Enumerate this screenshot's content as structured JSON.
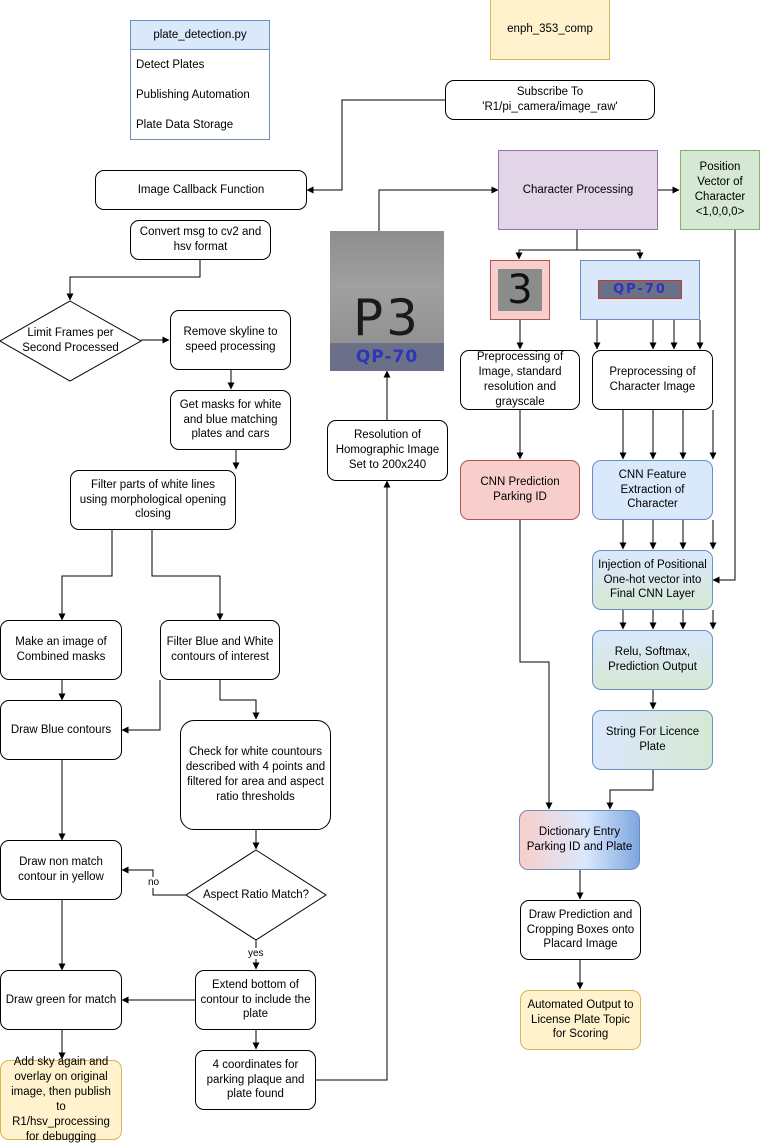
{
  "class_box": {
    "title": "plate_detection.py",
    "items": [
      "Detect Plates",
      "Publishing Automation",
      "Plate Data Storage"
    ]
  },
  "comp": "enph_353_comp",
  "nodes": {
    "subscribe": "Subscribe To\n'R1/pi_camera/image_raw'",
    "image_callback": "Image Callback Function",
    "convert": "Convert msg to cv2 and\nhsv format",
    "limit_frames": "Limit Frames per\nSecond Processed",
    "remove_skyline": "Remove skyline to\nspeed processing",
    "get_masks": "Get masks for white\nand blue matching\nplates and cars",
    "filter_lines": "Filter parts of white lines\nusing morphological opening\nclosing",
    "combined_masks": "Make an image of\nCombined masks",
    "filter_contours": "Filter Blue and White\ncontours of interest",
    "draw_blue": "Draw Blue contours",
    "check_white": "Check for white countours\ndescribed with 4 points and\nfiltered for area and aspect\nratio thresholds",
    "draw_nonmatch": "Draw non match\ncontour in yellow",
    "aspect_match": "Aspect Ratio Match?",
    "draw_green": "Draw green for match",
    "extend_bottom": "Extend bottom of\ncontour to include the\nplate",
    "add_sky": "Add sky again and\noverlay on original\nimage, then publish to\nR1/hsv_processing\nfor debugging",
    "coords": "4 coordinates for\nparking plaque and\nplate found",
    "resolution": "Resolution of\nHomographic Image\nSet to 200x240",
    "char_processing": "Character Processing",
    "position_vector": "Position\nVector of\nCharacter\n<1,0,0,0>",
    "preproc_image": "Preprocessing of\nImage, standard\nresolution and\ngrayscale",
    "preproc_char": "Preprocessing of\nCharacter Image",
    "cnn_parking": "CNN Prediction\nParking ID",
    "cnn_feature": "CNN Feature\nExtraction of\nCharacter",
    "injection": "Injection of Positional\nOne-hot vector into\nFinal CNN Layer",
    "relu": "Relu, Softmax,\nPrediction Output",
    "string_plate": "String For Licence\nPlate",
    "dictionary": "Dictionary Entry\nParking ID and Plate",
    "draw_prediction": "Draw Prediction and\nCropping Boxes onto\nPlacard Image",
    "automated_output": "Automated Output to\nLicense Plate Topic\nfor Scoring"
  },
  "edge_labels": {
    "no": "no",
    "yes": "yes"
  },
  "images": {
    "homography_big": "P3",
    "homography_plate": "QP-70",
    "parking_char": "3",
    "plate_chars": "QP-70"
  }
}
